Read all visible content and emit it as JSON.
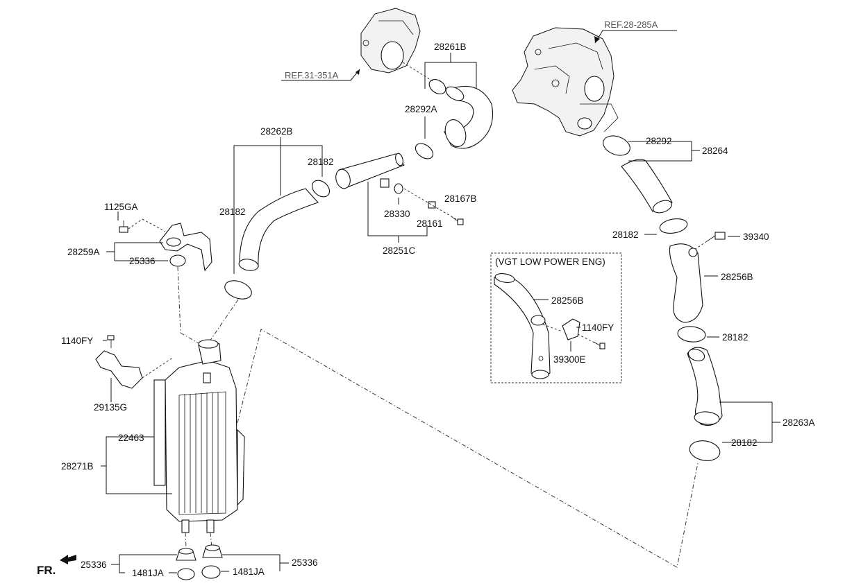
{
  "labels": {
    "ref_28_285a": "REF.28-285A",
    "ref_31_351a": "REF.31-351A",
    "p28261b": "28261B",
    "p28292a": "28292A",
    "p28262b": "28262B",
    "p28182_a": "28182",
    "p28182_b": "28182",
    "p28182_c": "28182",
    "p28182_d": "28182",
    "p28182_e": "28182",
    "p28167b": "28167B",
    "p28330": "28330",
    "p28161": "28161",
    "p28251c": "28251C",
    "p1125ga": "1125GA",
    "p28259a": "28259A",
    "p25336_a": "25336",
    "p25336_b": "25336",
    "p25336_c": "25336",
    "p28292": "28292",
    "p28264": "28264",
    "p39340": "39340",
    "p28256b_a": "28256B",
    "p28256b_b": "28256B",
    "vgt_title": "(VGT LOW POWER ENG)",
    "p1140fy_a": "1140FY",
    "p1140fy_b": "1140FY",
    "p39300e": "39300E",
    "p29135g": "29135G",
    "p22463": "22463",
    "p28271b": "28271B",
    "p28263a": "28263A",
    "p1481ja_a": "1481JA",
    "p1481ja_b": "1481JA",
    "fr": "FR."
  }
}
